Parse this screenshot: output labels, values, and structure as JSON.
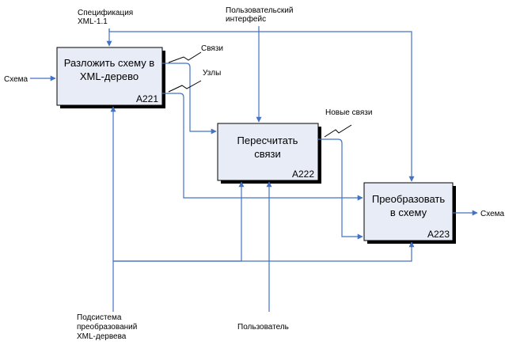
{
  "boxes": {
    "a221": {
      "title": [
        "Разложить схему в",
        "XML-дерево"
      ],
      "code": "A221"
    },
    "a222": {
      "title": [
        "Пересчитать",
        "связи"
      ],
      "code": "A222"
    },
    "a223": {
      "title": [
        "Преобразовать",
        "в схему"
      ],
      "code": "A223"
    }
  },
  "labels": {
    "spec": [
      "Спецификация",
      "XML-1.1"
    ],
    "ui": [
      "Пользовательский",
      "интерфейс"
    ],
    "input_schema": "Схема",
    "links": "Связи",
    "nodes": "Узлы",
    "new_links": "Новые связи",
    "output_schema": "Схема",
    "subsystem": [
      "Подсистема",
      "преобразований",
      "XML-дервева"
    ],
    "user": "Пользователь"
  },
  "colors": {
    "arrow": "#4472c4",
    "box_fill": "#e8ecf6",
    "box_stroke": "#000000"
  }
}
